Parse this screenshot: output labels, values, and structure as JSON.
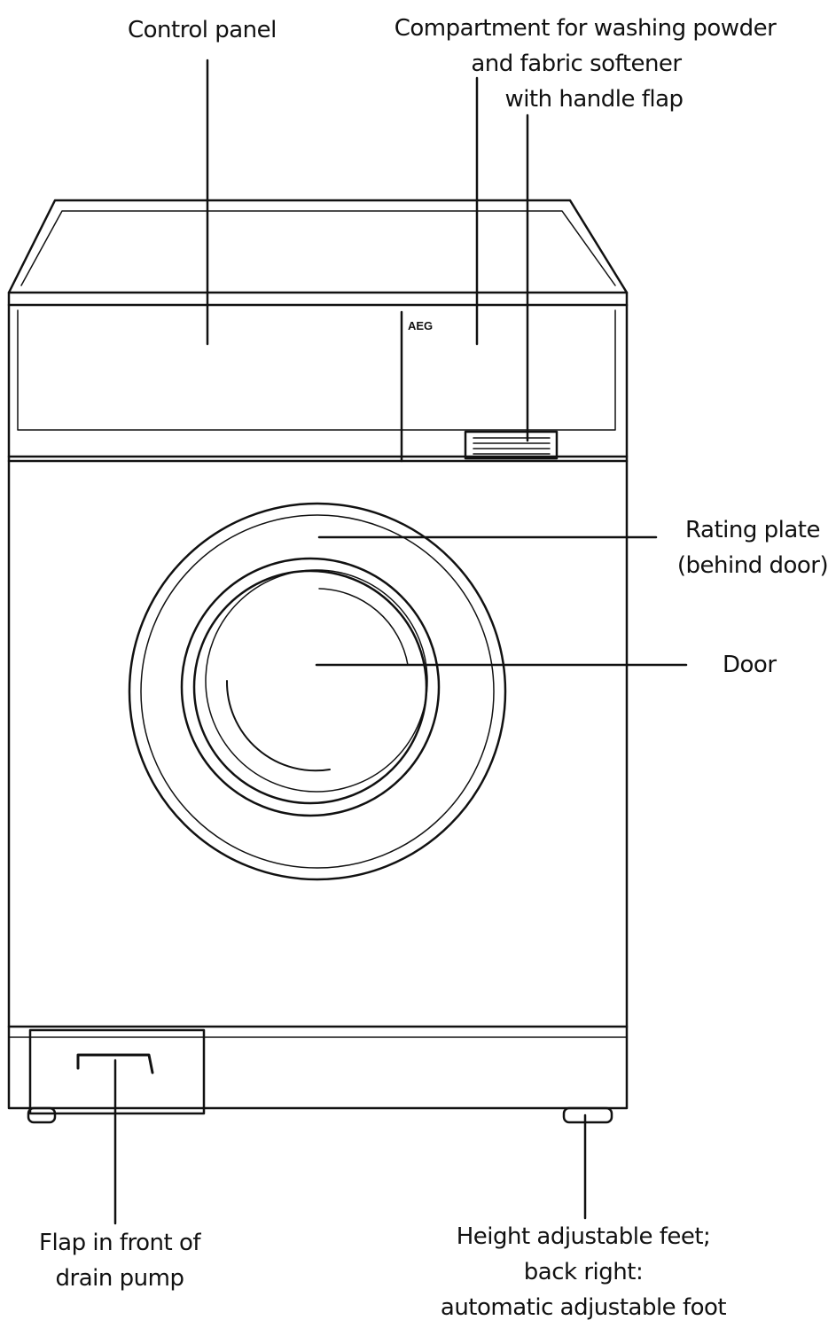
{
  "brand": "AEG",
  "labels": {
    "control_panel": "Control panel",
    "compartment": [
      "Compartment for washing powder",
      "and fabric softener",
      "with handle flap"
    ],
    "rating_plate": [
      "Rating plate",
      "(behind door)"
    ],
    "door": "Door",
    "drain_flap": [
      "Flap in front of",
      "drain pump"
    ],
    "feet": [
      "Height adjustable feet;",
      "back right:",
      "automatic adjustable foot"
    ]
  },
  "colors": {
    "line": "#111111",
    "background": "#ffffff"
  }
}
